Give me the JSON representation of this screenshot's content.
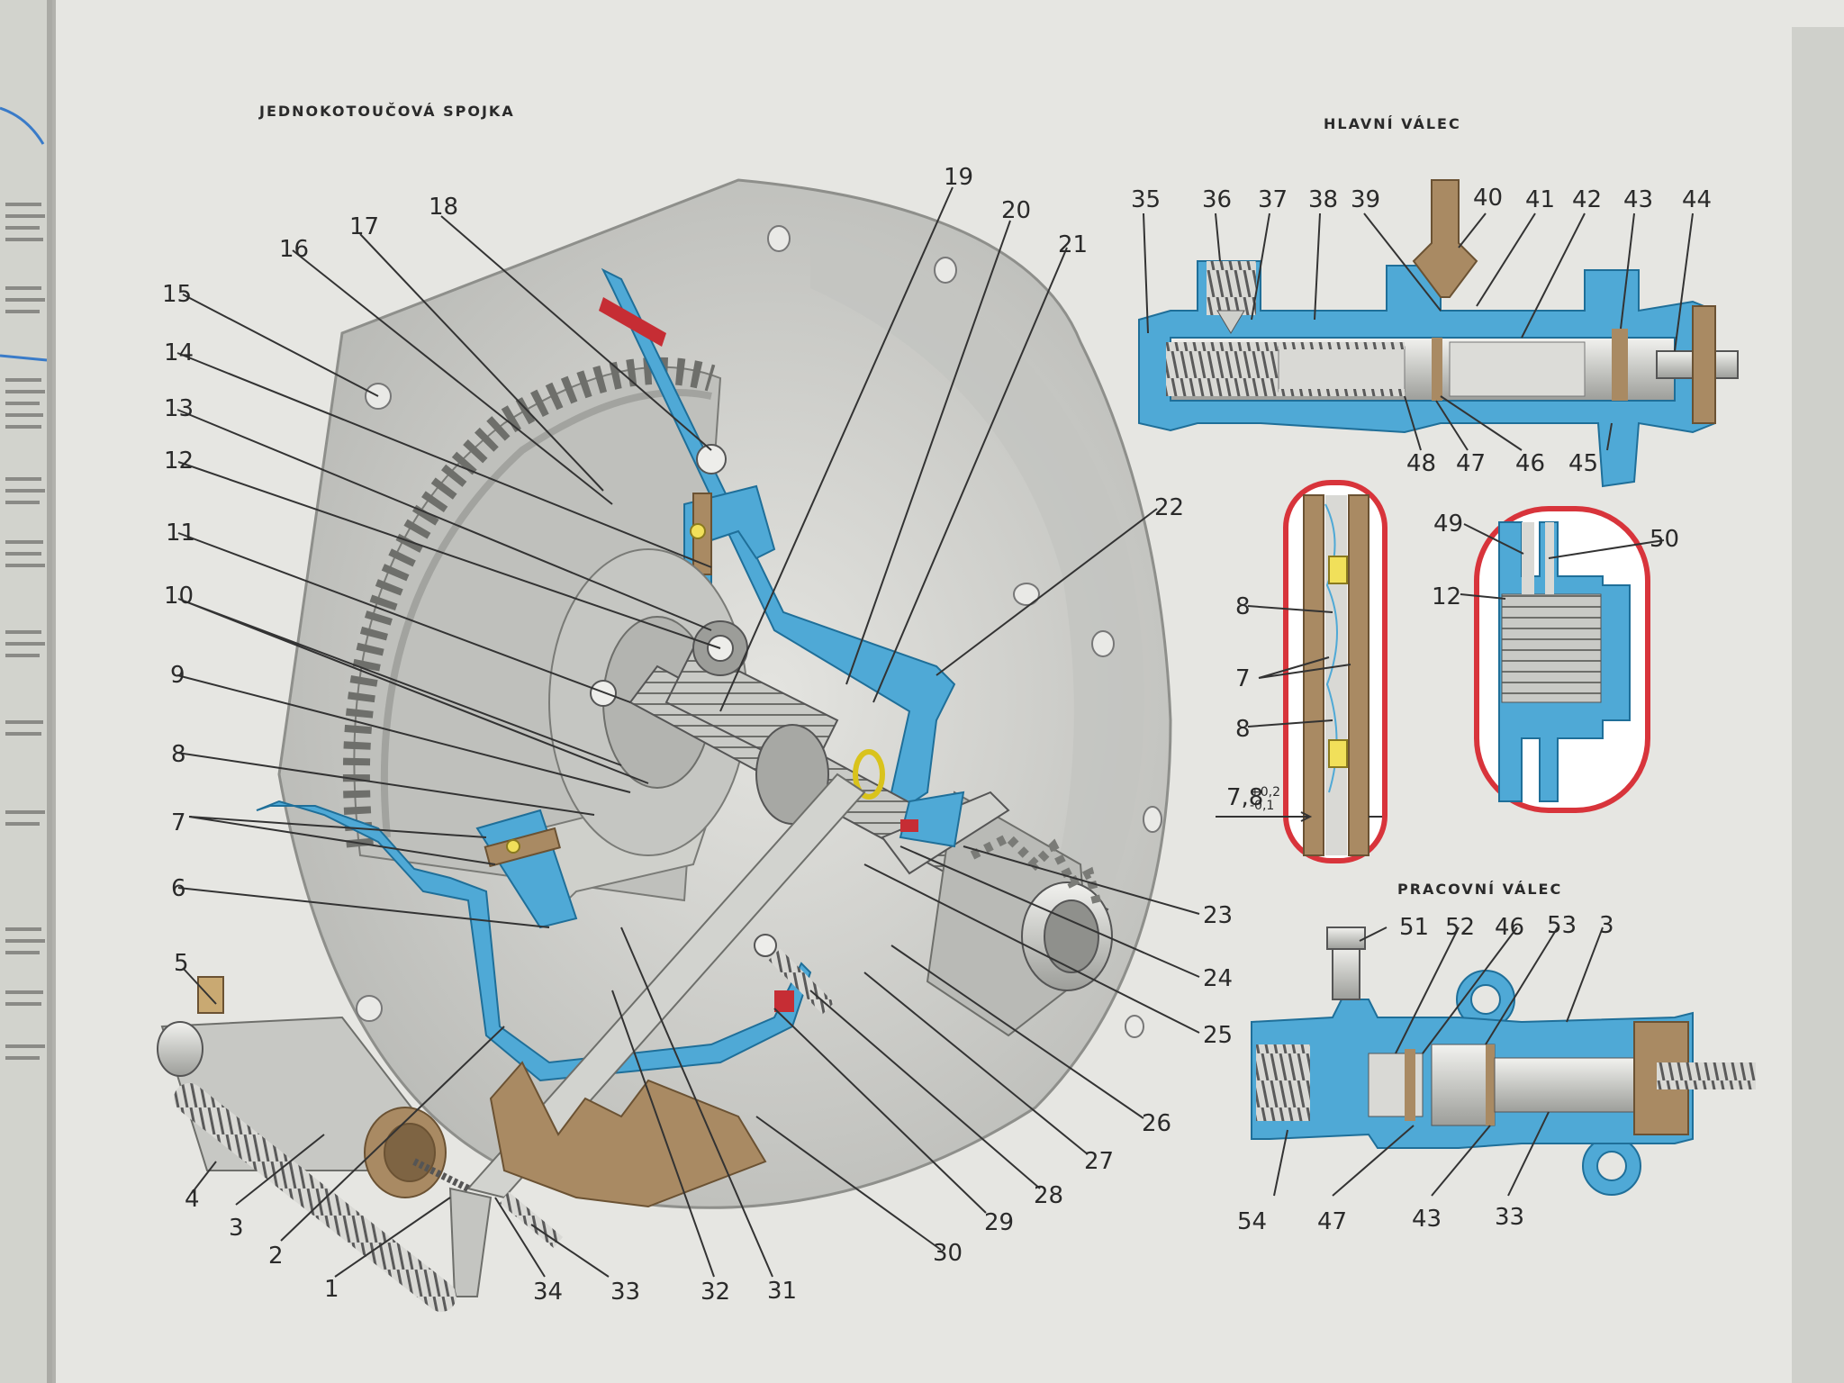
{
  "titles": {
    "main": "JEDNOKOTOUČOVÁ SPOJKA",
    "master": "HLAVNÍ VÁLEC",
    "slave": "PRACOVNÍ VÁLEC"
  },
  "tolerance": {
    "base": "7,8",
    "upper": "+0,2",
    "lower": "-0,1"
  },
  "colors": {
    "page": "#e6e6e2",
    "metal": "#cfd0cb",
    "section_blue": "#4fa9d6",
    "friction_brown": "#a98a63",
    "detail_ring": "#d8343b",
    "red_accent": "#c62d34"
  },
  "callouts": {
    "main": [
      {
        "id": "m1",
        "num": "1"
      },
      {
        "id": "m2",
        "num": "2"
      },
      {
        "id": "m3",
        "num": "3"
      },
      {
        "id": "m4",
        "num": "4"
      },
      {
        "id": "m5",
        "num": "5"
      },
      {
        "id": "m6",
        "num": "6"
      },
      {
        "id": "m7",
        "num": "7"
      },
      {
        "id": "m8",
        "num": "8"
      },
      {
        "id": "m9",
        "num": "9"
      },
      {
        "id": "m10",
        "num": "10"
      },
      {
        "id": "m11",
        "num": "11"
      },
      {
        "id": "m12",
        "num": "12"
      },
      {
        "id": "m13",
        "num": "13"
      },
      {
        "id": "m14",
        "num": "14"
      },
      {
        "id": "m15",
        "num": "15"
      },
      {
        "id": "m16",
        "num": "16"
      },
      {
        "id": "m17",
        "num": "17"
      },
      {
        "id": "m18",
        "num": "18"
      },
      {
        "id": "m19",
        "num": "19"
      },
      {
        "id": "m20",
        "num": "20"
      },
      {
        "id": "m21",
        "num": "21"
      },
      {
        "id": "m22",
        "num": "22"
      },
      {
        "id": "m23",
        "num": "23"
      },
      {
        "id": "m24",
        "num": "24"
      },
      {
        "id": "m25",
        "num": "25"
      },
      {
        "id": "m26",
        "num": "26"
      },
      {
        "id": "m27",
        "num": "27"
      },
      {
        "id": "m28",
        "num": "28"
      },
      {
        "id": "m29",
        "num": "29"
      },
      {
        "id": "m30",
        "num": "30"
      },
      {
        "id": "m31",
        "num": "31"
      },
      {
        "id": "m32",
        "num": "32"
      },
      {
        "id": "m33",
        "num": "33"
      },
      {
        "id": "m34",
        "num": "34"
      }
    ],
    "master": [
      {
        "id": "h35",
        "num": "35"
      },
      {
        "id": "h36",
        "num": "36"
      },
      {
        "id": "h37",
        "num": "37"
      },
      {
        "id": "h38",
        "num": "38"
      },
      {
        "id": "h39",
        "num": "39"
      },
      {
        "id": "h40",
        "num": "40"
      },
      {
        "id": "h41",
        "num": "41"
      },
      {
        "id": "h42",
        "num": "42"
      },
      {
        "id": "h43",
        "num": "43"
      },
      {
        "id": "h44",
        "num": "44"
      },
      {
        "id": "h45",
        "num": "45"
      },
      {
        "id": "h46",
        "num": "46"
      },
      {
        "id": "h47",
        "num": "47"
      },
      {
        "id": "h48",
        "num": "48"
      }
    ],
    "details": [
      {
        "id": "d8a",
        "num": "8"
      },
      {
        "id": "d7",
        "num": "7"
      },
      {
        "id": "d8b",
        "num": "8"
      },
      {
        "id": "d49",
        "num": "49"
      },
      {
        "id": "d50",
        "num": "50"
      },
      {
        "id": "d12",
        "num": "12"
      }
    ],
    "slave": [
      {
        "id": "s51",
        "num": "51"
      },
      {
        "id": "s52",
        "num": "52"
      },
      {
        "id": "s46",
        "num": "46"
      },
      {
        "id": "s53",
        "num": "53"
      },
      {
        "id": "s3",
        "num": "3"
      },
      {
        "id": "s54",
        "num": "54"
      },
      {
        "id": "s47",
        "num": "47"
      },
      {
        "id": "s43",
        "num": "43"
      },
      {
        "id": "s33",
        "num": "33"
      }
    ]
  }
}
